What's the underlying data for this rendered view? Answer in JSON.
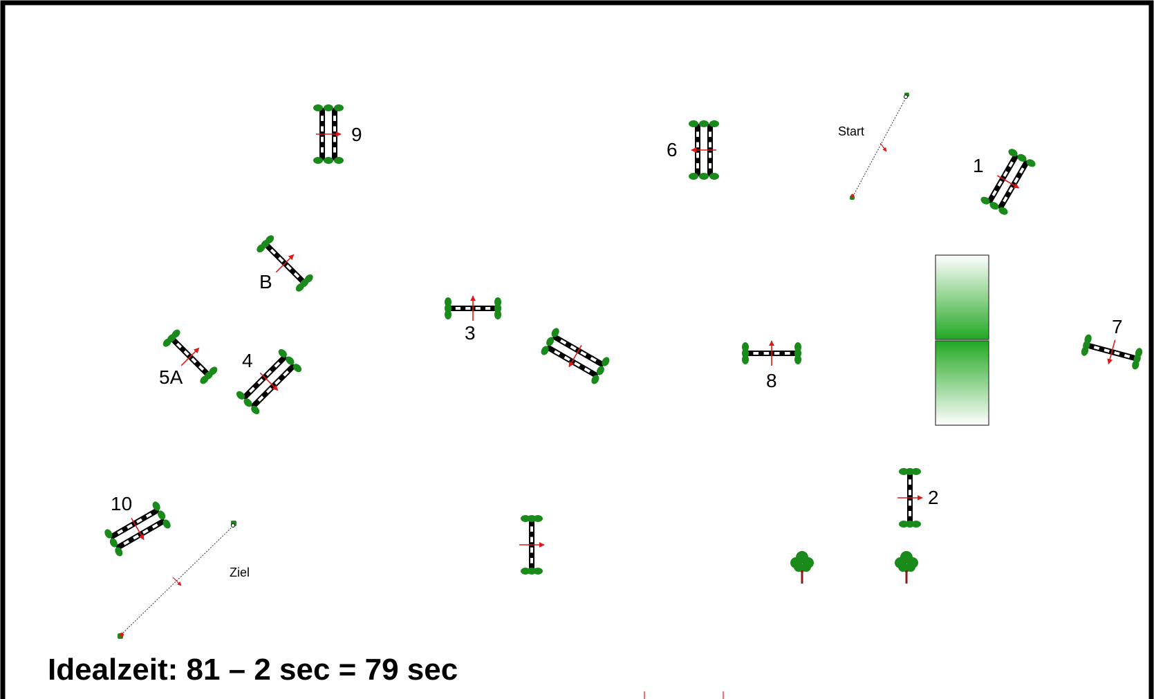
{
  "start_label": "Start",
  "finish_label": "Ziel",
  "ideal_time": "Idealzeit: 81 – 2 sec = 79 sec",
  "fence_numbers": {
    "f1": "1",
    "f2": "2",
    "f3": "3",
    "f4": "4",
    "f5a": "5A",
    "fb": "B",
    "f6": "6",
    "f7": "7",
    "f8": "8",
    "f9": "9",
    "f10": "10"
  },
  "colors": {
    "frame": "#000000",
    "pole": "#000000",
    "stand": "#1a8a1a",
    "arrow": "#e01818",
    "water_tray": "#22a822",
    "tree_trunk": "#8b1a1a",
    "tree_crown": "#1a8a1a"
  },
  "icons": {
    "fence": "jump-fence-icon",
    "tree": "tree-icon",
    "water": "water-tray-icon",
    "flag": "flag-post-icon"
  }
}
